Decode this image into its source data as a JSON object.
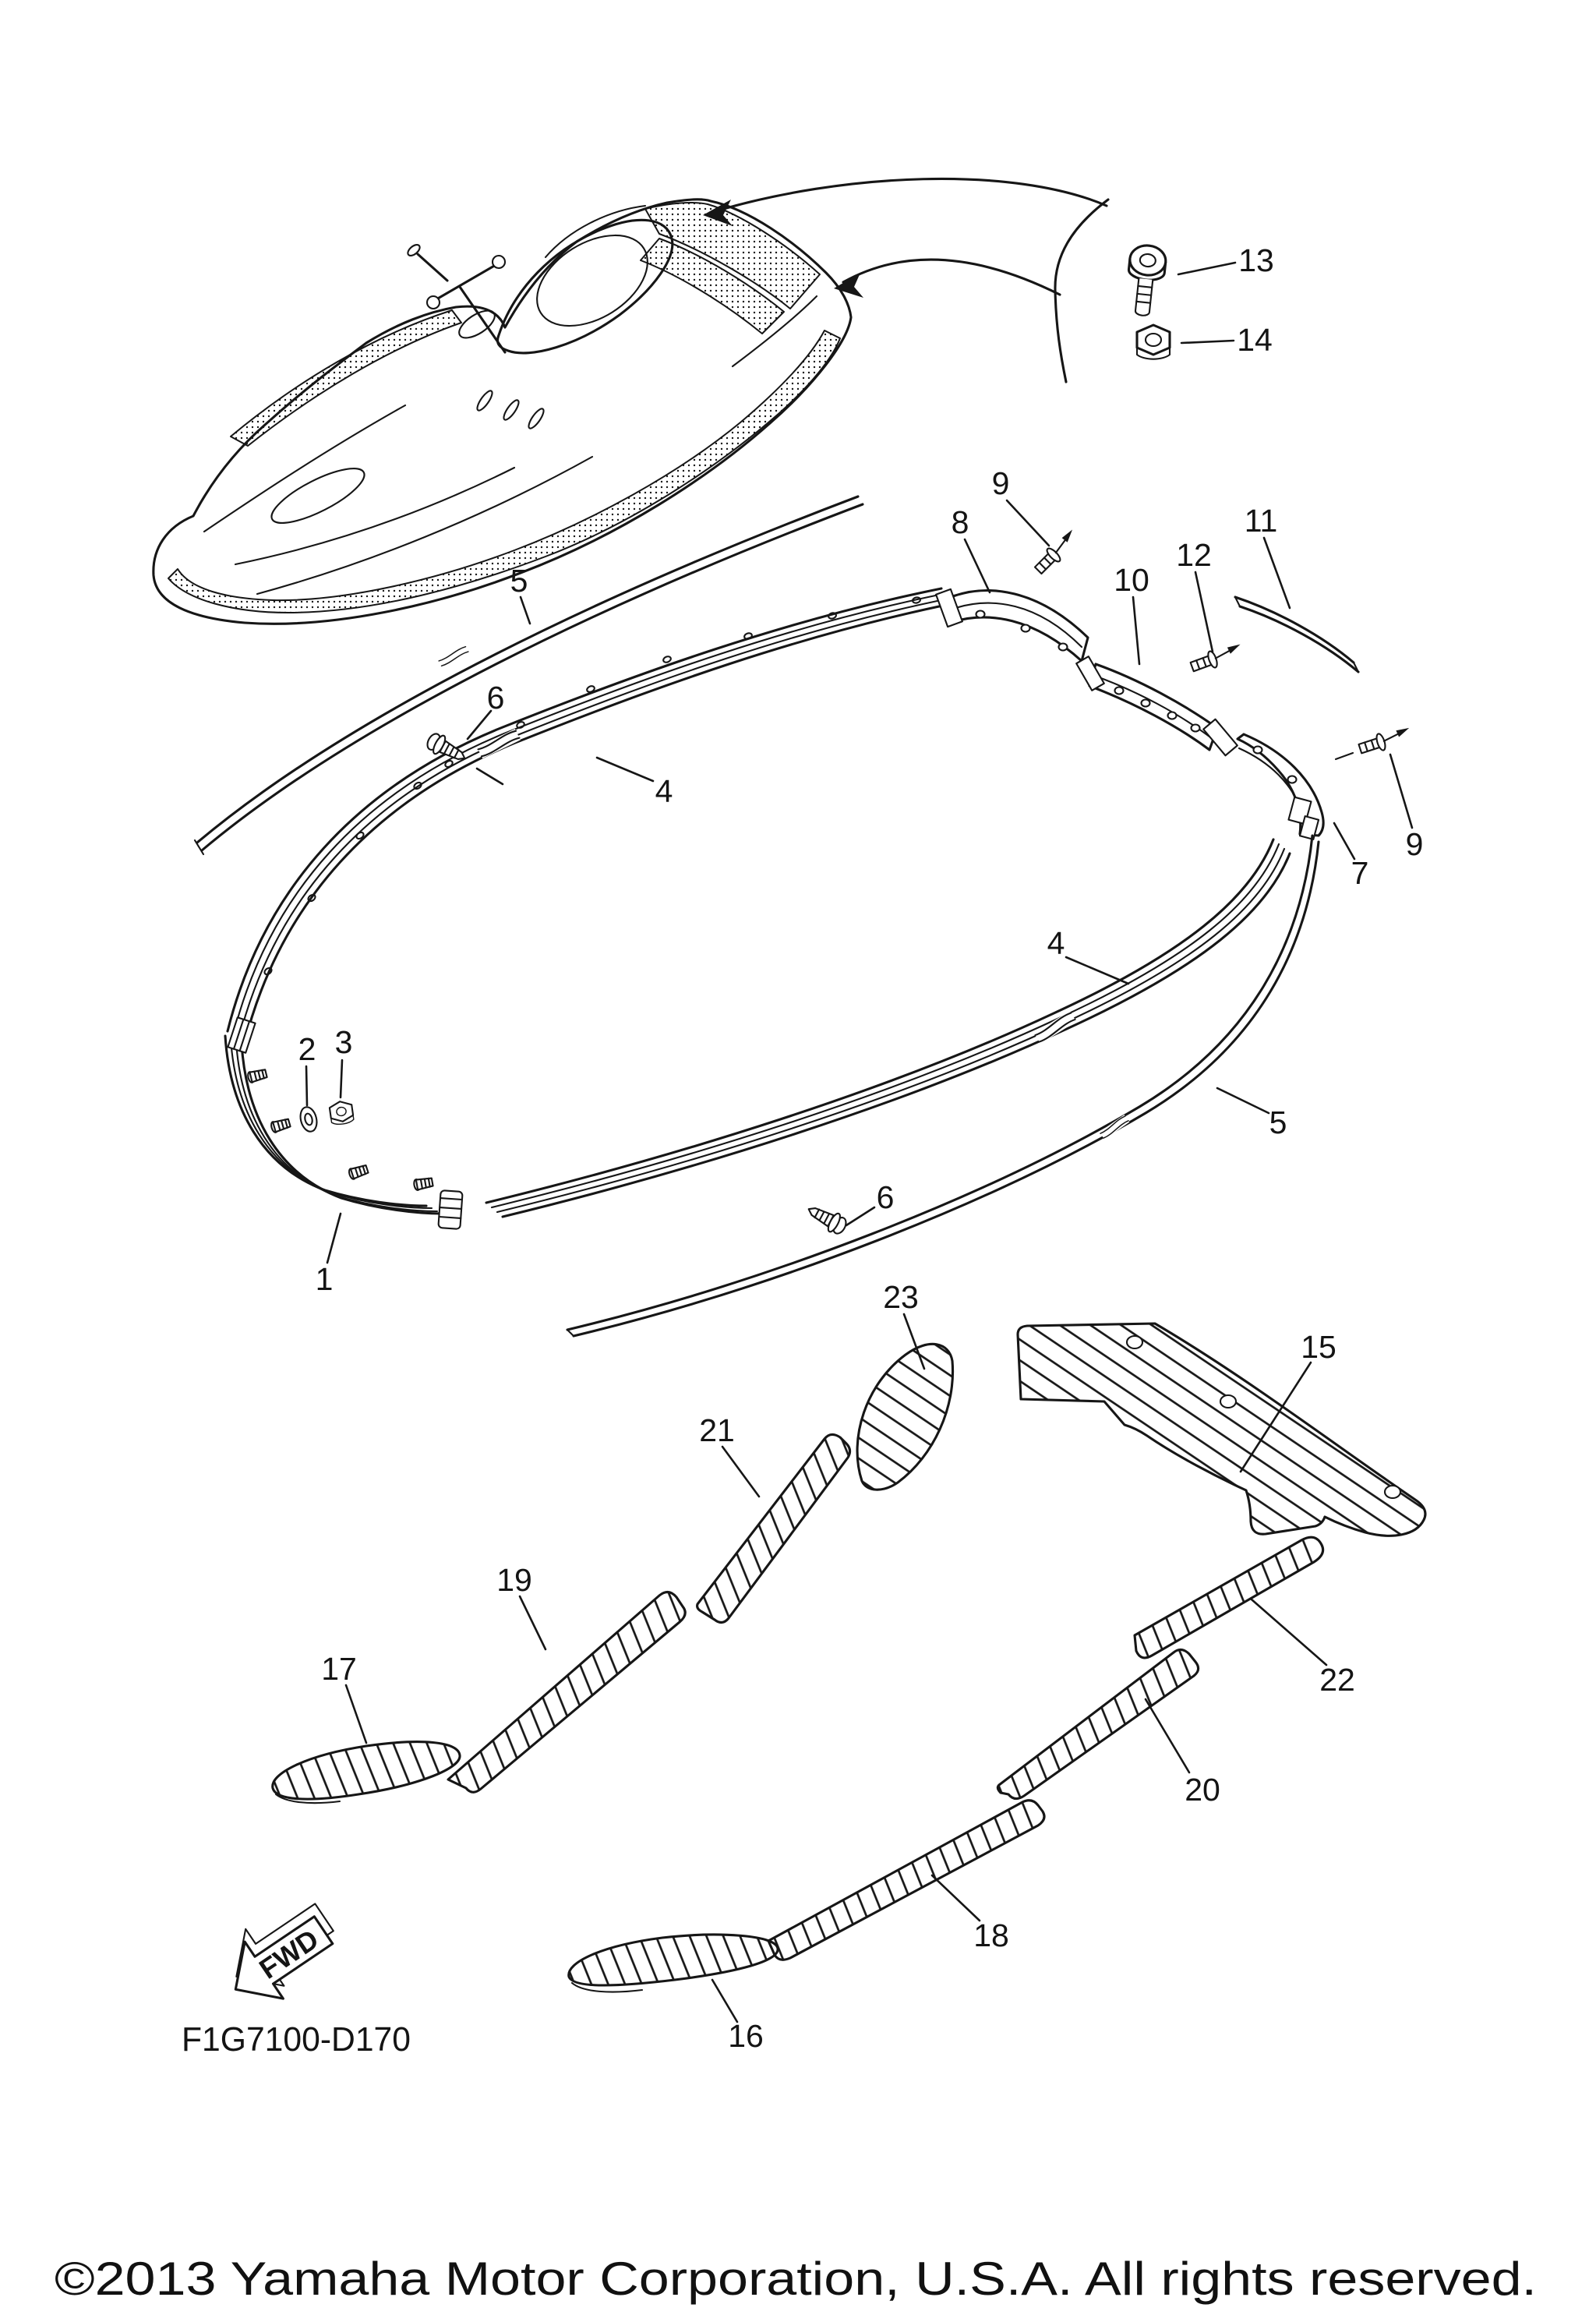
{
  "diagram": {
    "code": "F1G7100-D170",
    "fwd_label": "FWD",
    "callouts": [
      {
        "num": "13"
      },
      {
        "num": "14"
      },
      {
        "num": "5"
      },
      {
        "num": "8"
      },
      {
        "num": "9"
      },
      {
        "num": "10"
      },
      {
        "num": "12"
      },
      {
        "num": "11"
      },
      {
        "num": "6"
      },
      {
        "num": "4"
      },
      {
        "num": "9"
      },
      {
        "num": "7"
      },
      {
        "num": "4"
      },
      {
        "num": "5"
      },
      {
        "num": "2"
      },
      {
        "num": "3"
      },
      {
        "num": "1"
      },
      {
        "num": "6"
      },
      {
        "num": "23"
      },
      {
        "num": "15"
      },
      {
        "num": "21"
      },
      {
        "num": "19"
      },
      {
        "num": "17"
      },
      {
        "num": "22"
      },
      {
        "num": "20"
      },
      {
        "num": "18"
      },
      {
        "num": "16"
      }
    ]
  },
  "footer": {
    "copyright": "©2013 Yamaha Motor Corporation, U.S.A. All rights reserved."
  }
}
